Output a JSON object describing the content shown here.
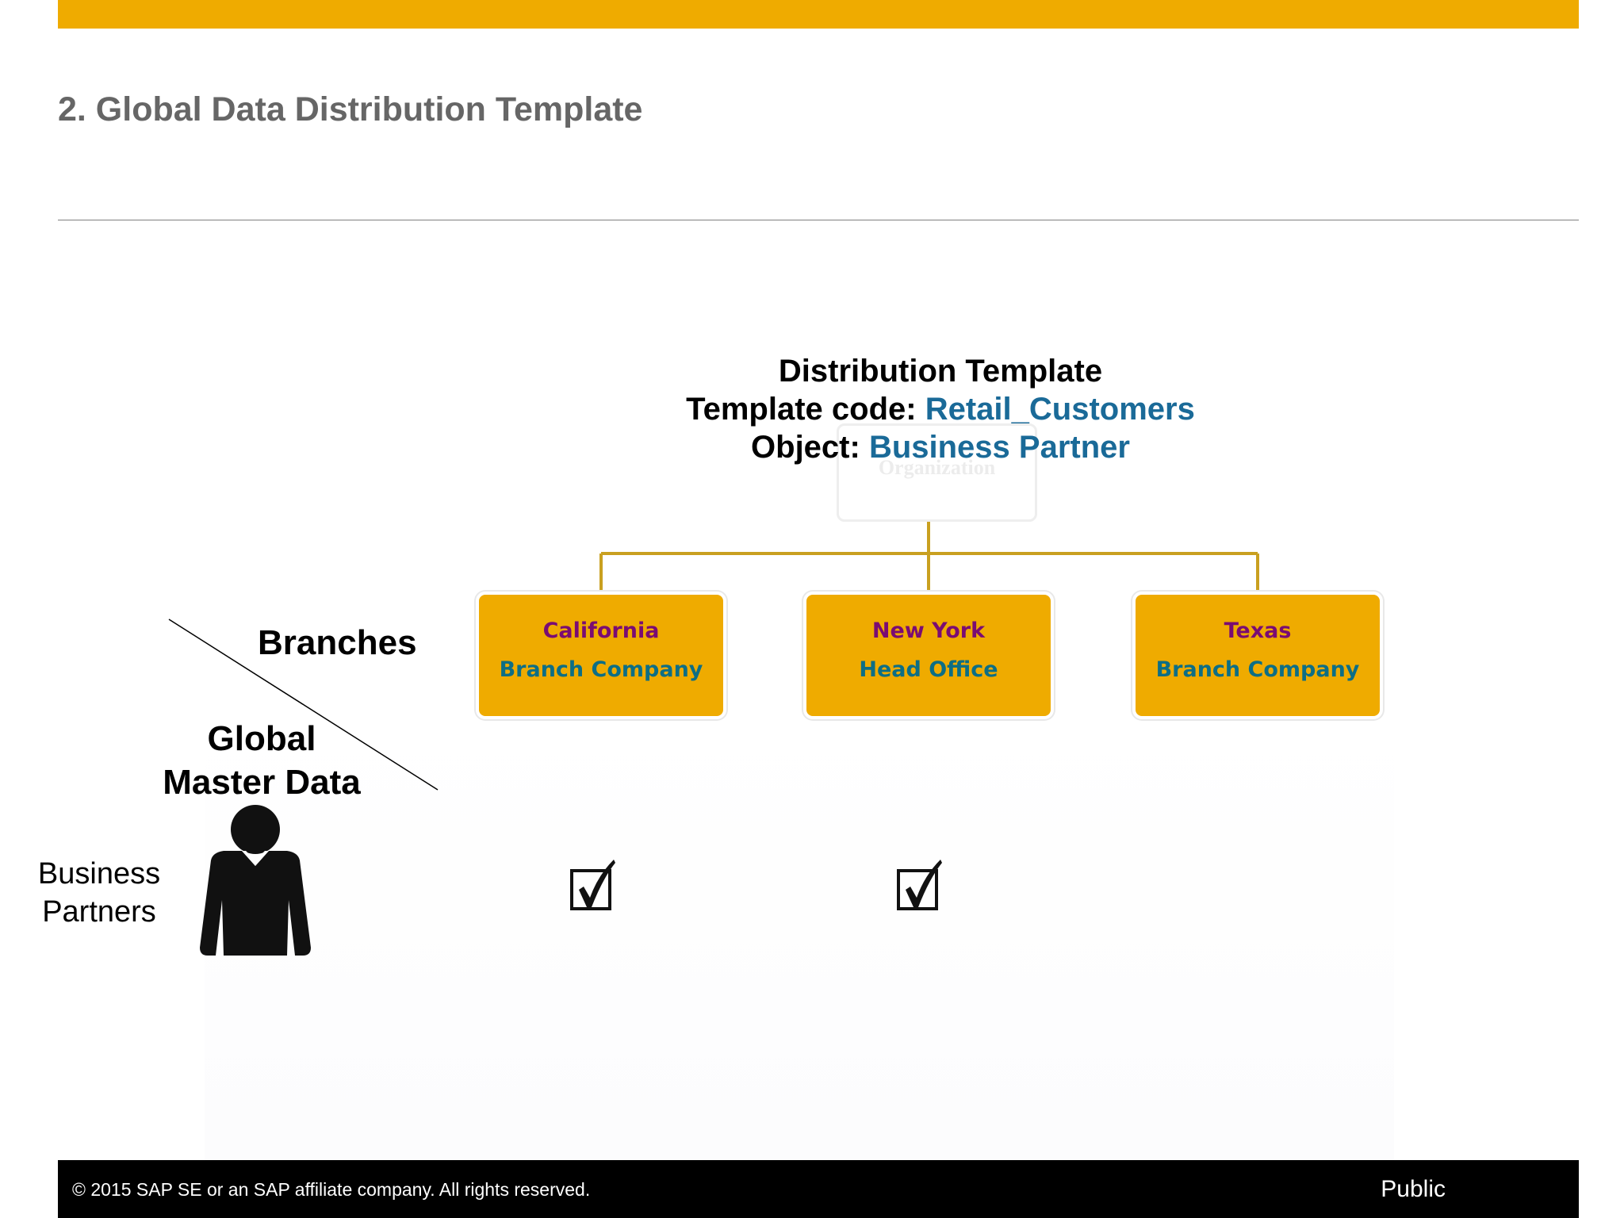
{
  "slide": {
    "title": "2. Global Data Distribution Template"
  },
  "template": {
    "heading": "Distribution Template",
    "code_label": "Template code:",
    "code_value": "Retail_Customers",
    "object_label": "Object:",
    "object_value": "Business Partner"
  },
  "org_box_label": "Organization",
  "branches": [
    {
      "line1": "California",
      "line2": "Branch Company",
      "checked": true
    },
    {
      "line1": "New York",
      "line2": "Head Office",
      "checked": true
    },
    {
      "line1": "Texas",
      "line2": "Branch Company",
      "checked": false
    }
  ],
  "matrix": {
    "column_header": "Branches",
    "row_header_line1": "Global",
    "row_header_line2": "Master Data",
    "row_label_line1": "Business",
    "row_label_line2": "Partners",
    "row_icon": "person-icon",
    "cell_icon": "checkbox-checked-icon"
  },
  "footer": {
    "copyright": "©  2015 SAP SE or an SAP affiliate company. All rights reserved.",
    "classification": "Public"
  },
  "colors": {
    "accent": "#efab00",
    "link_blue": "#1a6a98",
    "branch_line1": "#7a0c73",
    "branch_line2": "#0d6e85",
    "connector": "#c9a020"
  }
}
